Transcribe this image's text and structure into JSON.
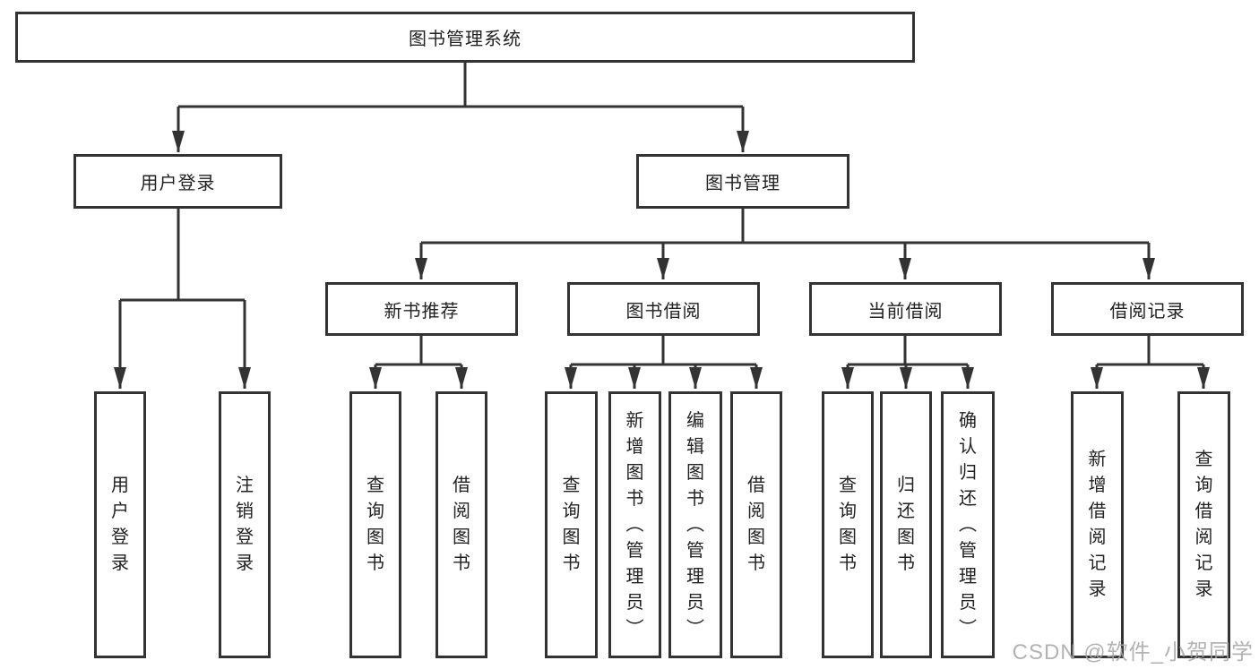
{
  "diagram": {
    "root": {
      "label": "图书管理系统"
    },
    "level2": [
      {
        "label": "用户登录"
      },
      {
        "label": "图书管理"
      }
    ],
    "level3": [
      {
        "label": "新书推荐"
      },
      {
        "label": "图书借阅"
      },
      {
        "label": "当前借阅"
      },
      {
        "label": "借阅记录"
      }
    ],
    "leaves": {
      "user_login": [
        "用户登录",
        "注销登录"
      ],
      "new_book": [
        "查询图书",
        "借阅图书"
      ],
      "book_borrow": [
        "查询图书",
        "新增图书（管理员）",
        "编辑图书（管理员）",
        "借阅图书"
      ],
      "current_borrow": [
        "查询图书",
        "归还图书",
        "确认归还（管理员）"
      ],
      "borrow_records": [
        "新增借阅记录",
        "查询借阅记录"
      ]
    }
  },
  "watermark": "CSDN @软件_小贺同学",
  "colors": {
    "line": "#333333",
    "text": "#222222",
    "background": "#ffffff",
    "watermark": "#a6a6a6"
  }
}
